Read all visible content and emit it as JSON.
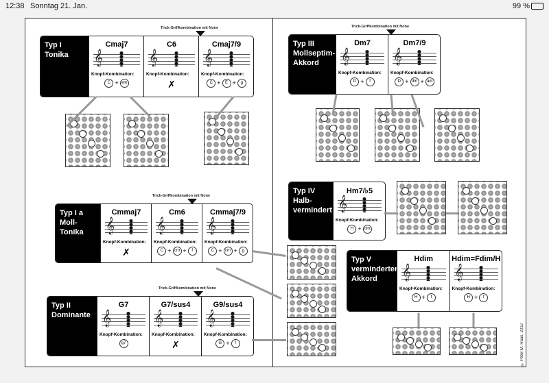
{
  "status_bar": {
    "time": "12:38",
    "date": "Sonntag 21. Jan.",
    "battery": "99 %"
  },
  "trick_note": "Trick-Griffkombination mit None",
  "knopf_label": "Knopf-Kombination:",
  "copyright": "© Peter M. Haas, 2012",
  "cards": {
    "typ1": {
      "title": "Typ I\nTonika",
      "chords": [
        {
          "name": "Cmaj7",
          "combo": [
            "C",
            "+",
            "em"
          ]
        },
        {
          "name": "C6",
          "combo": [
            "✗"
          ]
        },
        {
          "name": "Cmaj7/9",
          "combo": [
            "C",
            "+",
            "E",
            "+",
            "g"
          ]
        }
      ]
    },
    "typ1a": {
      "title": "Typ I a\nMoll-Tonika",
      "chords": [
        {
          "name": "Cmmaj7",
          "combo": [
            "✗"
          ]
        },
        {
          "name": "Cm6",
          "combo": [
            "C",
            "+",
            "cm",
            "+",
            "f"
          ]
        },
        {
          "name": "Cmmaj7/9",
          "combo": [
            "C",
            "+",
            "cm",
            "+",
            "g"
          ]
        }
      ]
    },
    "typ2": {
      "title": "Typ II\nDominante",
      "chords": [
        {
          "name": "G7",
          "combo": [
            "g7"
          ]
        },
        {
          "name": "G7/sus4",
          "combo": [
            "✗"
          ]
        },
        {
          "name": "G9/sus4",
          "combo": [
            "G",
            "+",
            "f"
          ]
        }
      ]
    },
    "typ3": {
      "title": "Typ III\nMollseptim-\nAkkord",
      "chords": [
        {
          "name": "Dm7",
          "combo": [
            "D",
            "+",
            "f"
          ]
        },
        {
          "name": "Dm7/9",
          "combo": [
            "D",
            "+",
            "dm",
            "+",
            "am"
          ]
        }
      ]
    },
    "typ4": {
      "title": "Typ IV\nHalb-\nvermindert",
      "chords": [
        {
          "name": "Hm7/♭5",
          "combo": [
            "H",
            "+",
            "dm"
          ]
        }
      ]
    },
    "typ5": {
      "title": "Typ V\nverminderter\nAkkord",
      "chords": [
        {
          "name": "Hdim",
          "combo": [
            "H",
            "+",
            "f"
          ]
        },
        {
          "name": "Hdim=Fdim/H",
          "combo": [
            "H",
            "+",
            "f"
          ]
        }
      ]
    }
  }
}
